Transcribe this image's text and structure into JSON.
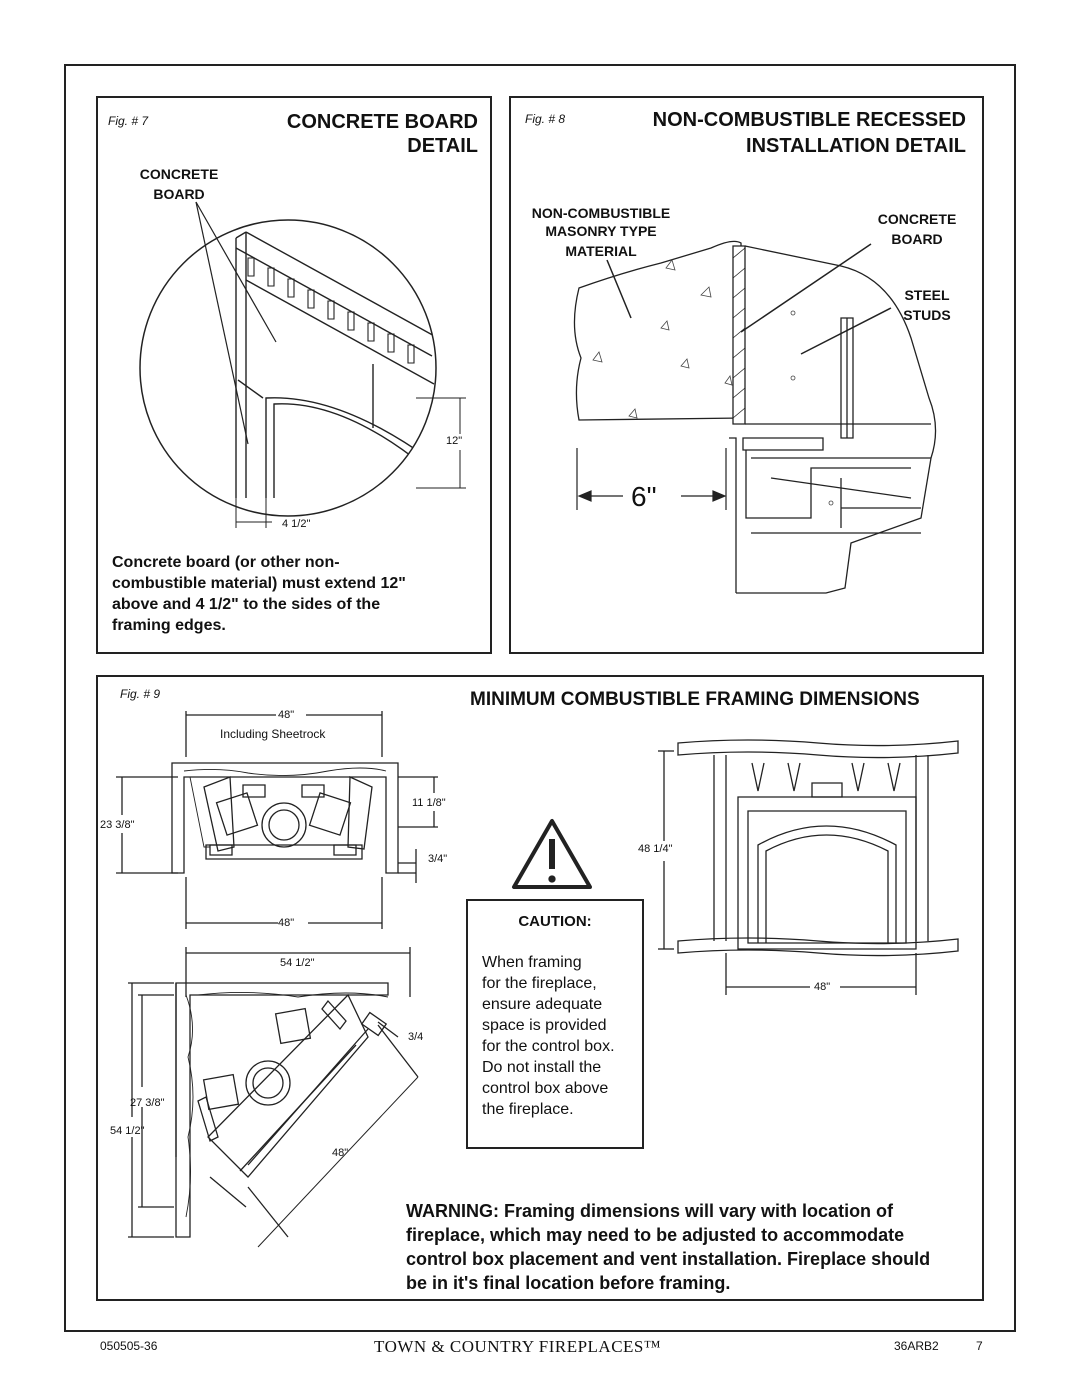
{
  "fig7": {
    "label": "Fig. # 7",
    "title_line1": "CONCRETE BOARD",
    "title_line2": "DETAIL",
    "callout_line1": "CONCRETE",
    "callout_line2": "BOARD",
    "dim_height": "12\"",
    "dim_side": "4 1/2\"",
    "description": "Concrete board (or other non-combustible material) must extend 12\" above and 4 1/2\" to the sides of the framing edges."
  },
  "fig8": {
    "label": "Fig. # 8",
    "title_line1": "NON-COMBUSTIBLE RECESSED",
    "title_line2": "INSTALLATION DETAIL",
    "callout_masonry_1": "NON-COMBUSTIBLE",
    "callout_masonry_2": "MASONRY TYPE",
    "callout_masonry_3": "MATERIAL",
    "callout_board_1": "CONCRETE",
    "callout_board_2": "BOARD",
    "callout_studs_1": "STEEL",
    "callout_studs_2": "STUDS",
    "dim_depth": "6\""
  },
  "fig9": {
    "label": "Fig. # 9",
    "title": "MINIMUM COMBUSTIBLE FRAMING DIMENSIONS",
    "top_width": "48\"",
    "including_sheetrock": "Including Sheetrock",
    "dim_11_1_8": "11 1/8\"",
    "dim_23_3_8": "23 3/8\"",
    "dim_3_4": "3/4\"",
    "bottom_width": "48\"",
    "corner_54_top": "54 1/2\"",
    "corner_3_4": "3/4",
    "corner_27_3_8": "27 3/8\"",
    "corner_54_side": "54 1/2\"",
    "corner_48": "48\"",
    "front_height": "48 1/4\"",
    "front_width": "48\""
  },
  "caution": {
    "title": "CAUTION:",
    "body": "When framing\nfor the fireplace,\nensure adequate\nspace is provided\nfor the control box.\nDo not install the\ncontrol box above\nthe fireplace."
  },
  "warning": {
    "line1": "WARNING:  Framing dimensions will vary with location of",
    "line2": "fireplace, which may need to be adjusted to accommodate",
    "line3": "control box placement and vent installation. Fireplace should",
    "line4": "be in it's final location before framing."
  },
  "footer": {
    "doc_number": "050505-36",
    "brand": "TOWN & COUNTRY FIREPLACES™",
    "model": "36ARB2",
    "page": "7"
  }
}
